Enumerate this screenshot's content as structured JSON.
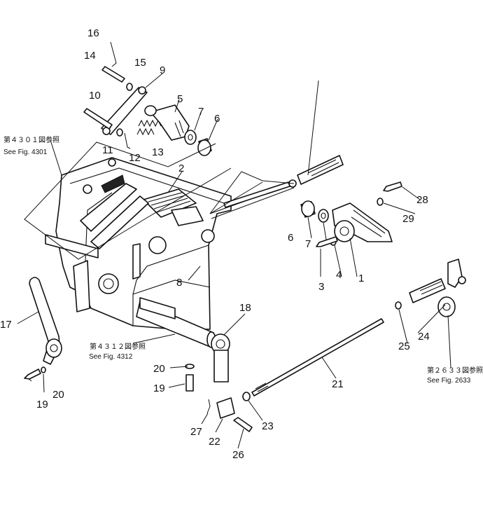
{
  "callouts": {
    "n1": "1",
    "n2": "2",
    "n3": "3",
    "n4": "4",
    "n5": "5",
    "n6a": "6",
    "n6b": "6",
    "n7a": "7",
    "n7b": "7",
    "n8": "8",
    "n9": "9",
    "n10": "10",
    "n11": "11",
    "n12": "12",
    "n13": "13",
    "n14": "14",
    "n15": "15",
    "n16": "16",
    "n17": "17",
    "n18": "18",
    "n19a": "19",
    "n19b": "19",
    "n20a": "20",
    "n20b": "20",
    "n21": "21",
    "n22": "22",
    "n23": "23",
    "n24": "24",
    "n25": "25",
    "n26": "26",
    "n27": "27",
    "n28": "28",
    "n29": "29"
  },
  "references": {
    "fig4301_jp": "第４３０１図参照",
    "fig4301_en": "See Fig. 4301",
    "fig4312_jp": "第４３１２図参照",
    "fig4312_en": "See Fig. 4312",
    "fig2633_jp": "第２６３３図参照",
    "fig2633_en": "See Fig. 2633"
  }
}
